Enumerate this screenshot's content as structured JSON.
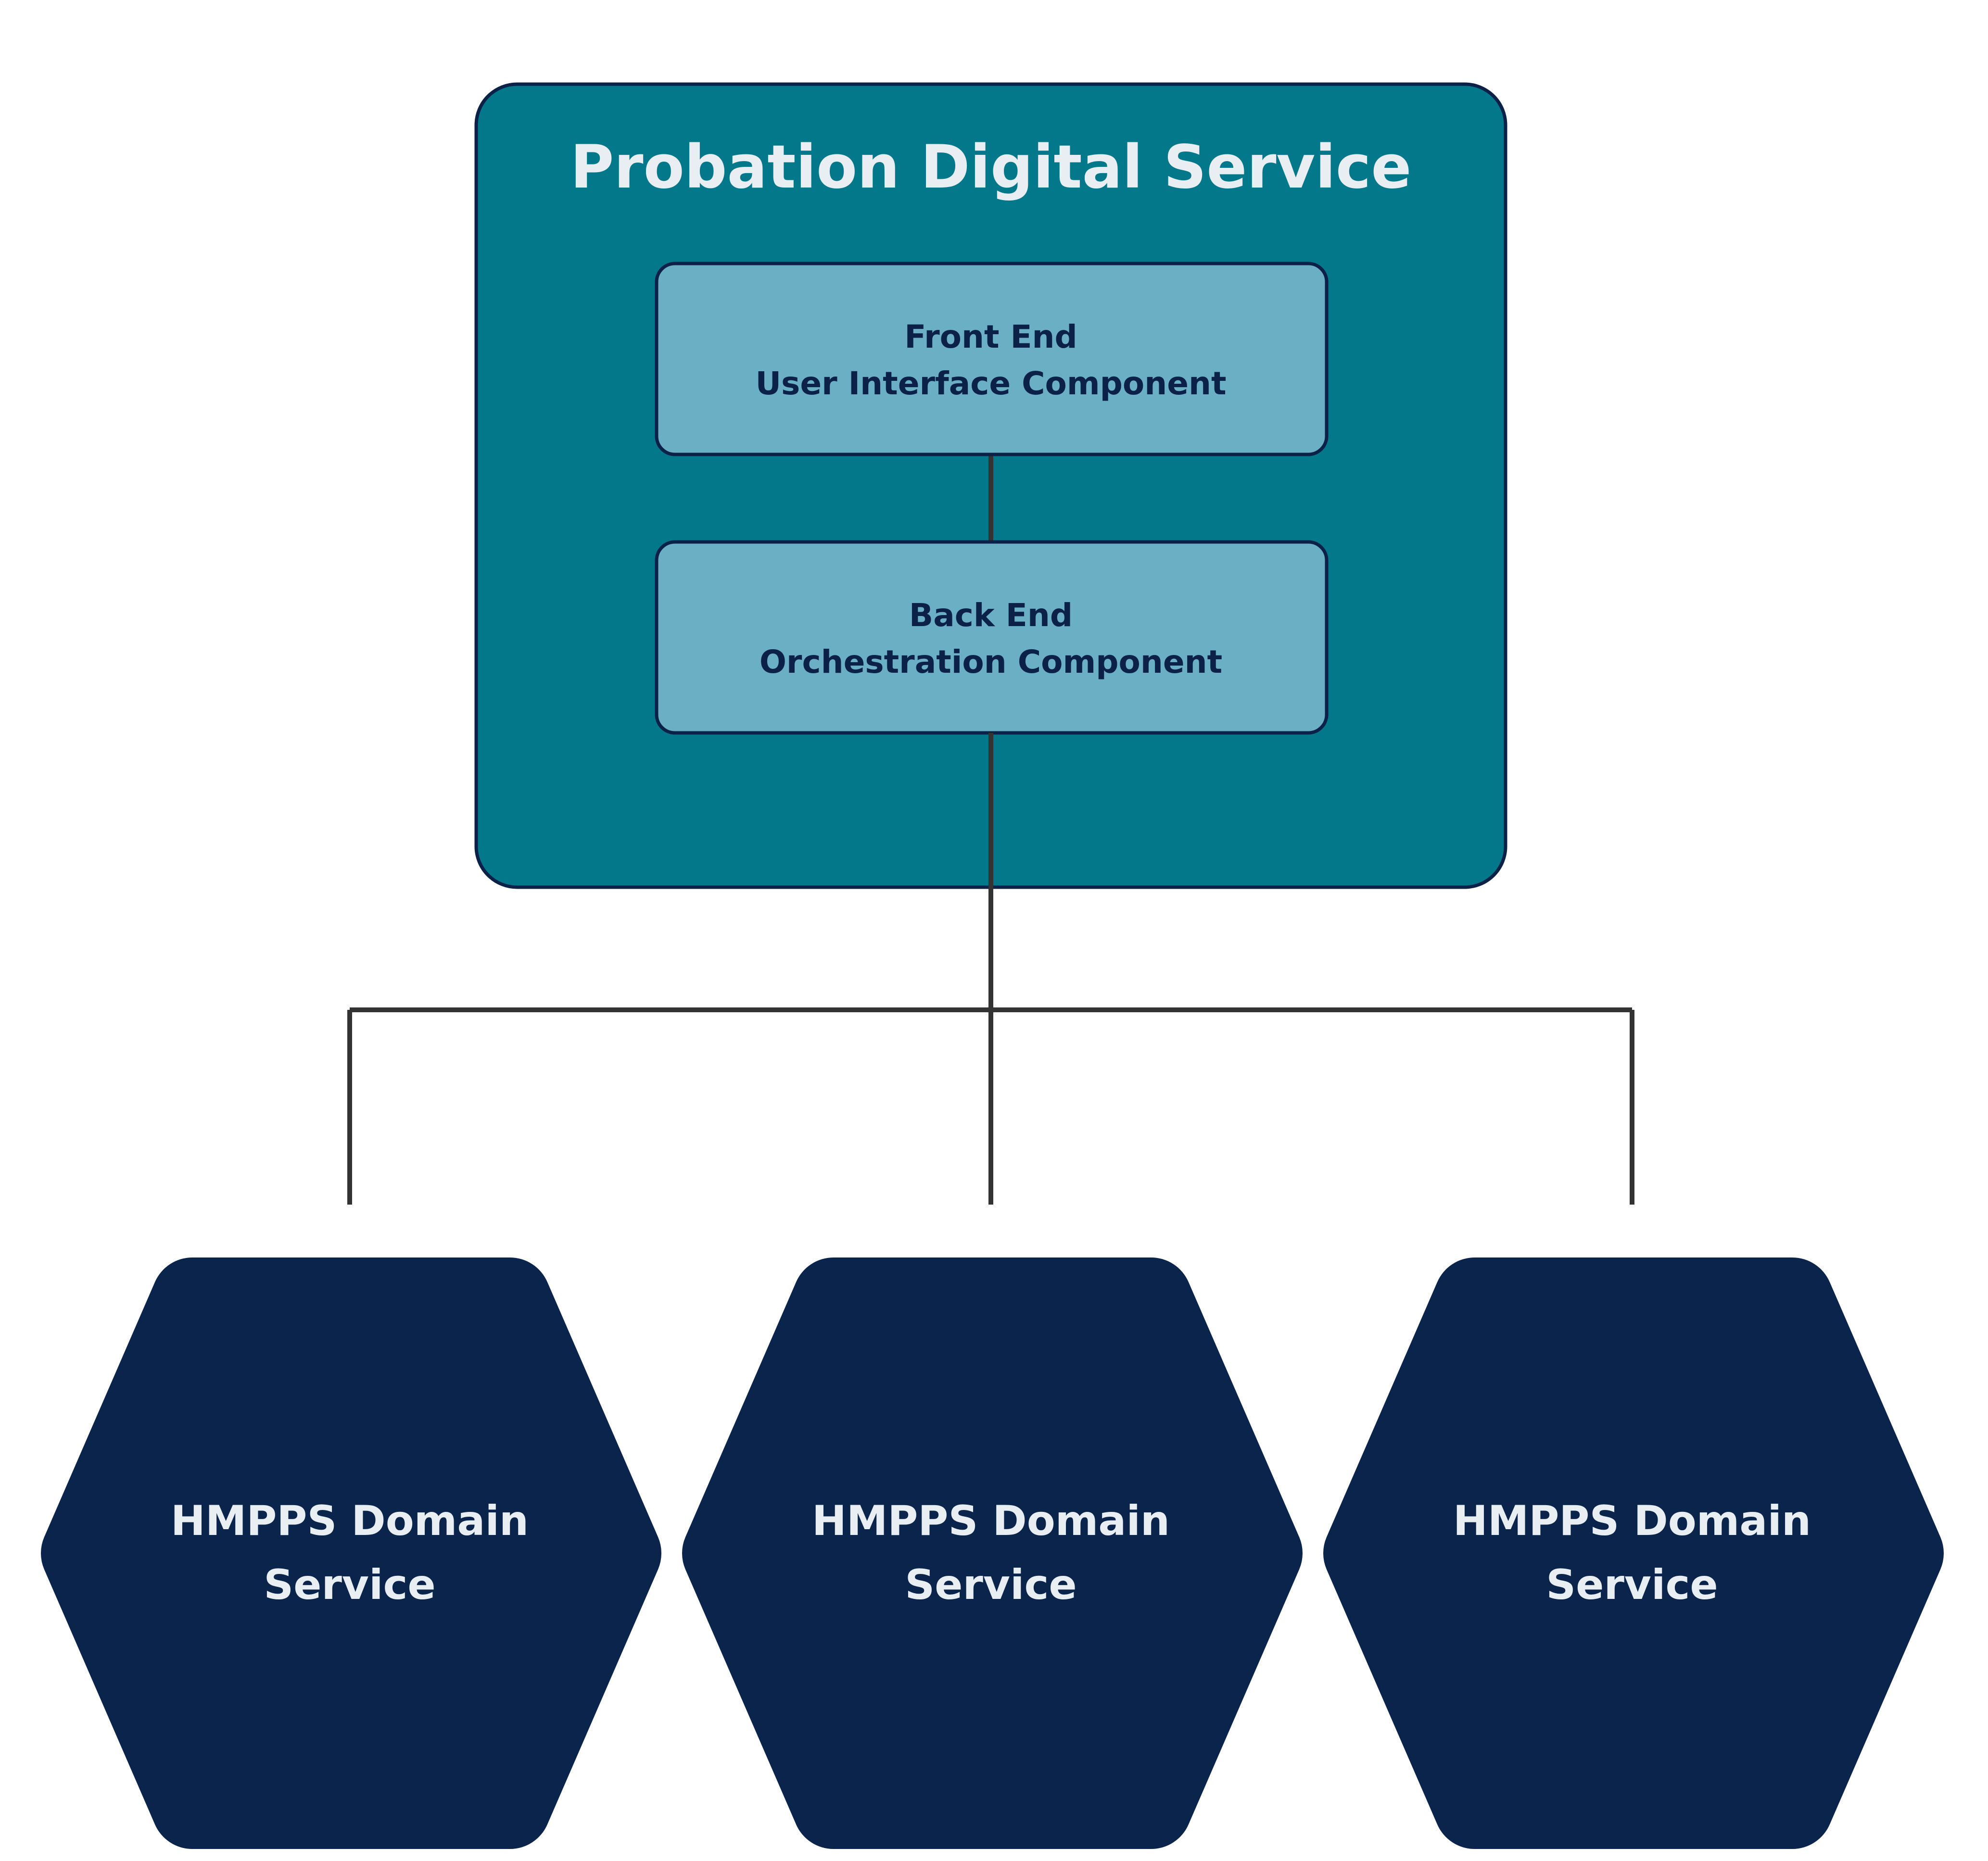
{
  "service": {
    "title": "Probation Digital Service",
    "front_end": {
      "line1": "Front End",
      "line2": "User Interface Component"
    },
    "back_end": {
      "line1": "Back End",
      "line2": "Orchestration Component"
    }
  },
  "domain_services": [
    {
      "line1": "HMPPS Domain",
      "line2": "Service"
    },
    {
      "line1": "HMPPS Domain",
      "line2": "Service"
    },
    {
      "line1": "HMPPS Domain",
      "line2": "Service"
    }
  ],
  "colors": {
    "container_fill": "#03788b",
    "component_fill": "#6aafc3",
    "hexagon_fill": "#0b244c",
    "outline": "#0b2148",
    "connector": "#333333"
  }
}
